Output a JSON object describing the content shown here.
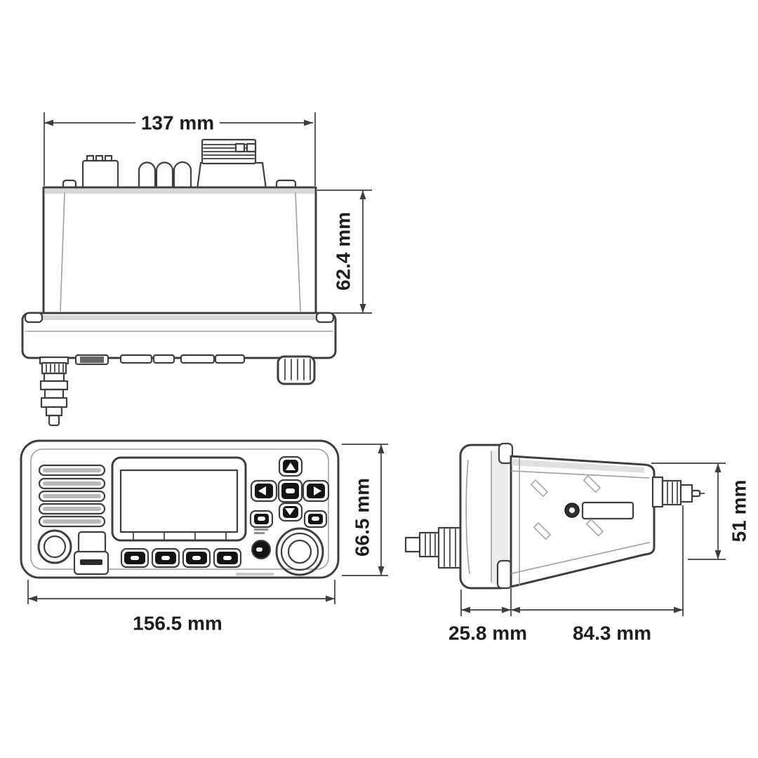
{
  "diagram": {
    "top": {
      "width": "137 mm",
      "height": "62.4 mm"
    },
    "front": {
      "width": "156.5 mm",
      "height": "66.5 mm"
    },
    "side": {
      "front_depth": "25.8 mm",
      "body_depth": "84.3 mm",
      "height": "51 mm"
    },
    "colors": {
      "background": "#ffffff",
      "line": "#3e3e3e",
      "light_line": "#9e9e9e",
      "shading": "#d8d8d8",
      "dark_fill": "#141414",
      "label_text": "#1d1d1d"
    }
  }
}
